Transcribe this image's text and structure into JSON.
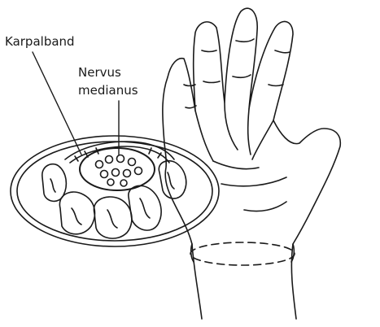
{
  "labels": {
    "karpalband": "Karpalband",
    "nervus_line1": "Nervus",
    "nervus_line2": "medianus"
  },
  "colors": {
    "ink": "#1a1a1a",
    "background": "#ffffff"
  }
}
